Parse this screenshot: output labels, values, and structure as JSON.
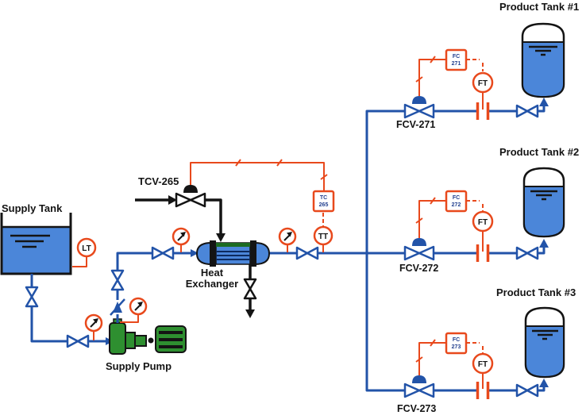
{
  "labels": {
    "supply_tank": "Supply Tank",
    "supply_pump": "Supply Pump",
    "heat_exchanger_1": "Heat",
    "heat_exchanger_2": "Exchanger",
    "tcv": "TCV-265"
  },
  "instruments": {
    "lt": "LT",
    "tt": "TT",
    "tc_top": "TC",
    "tc_bottom": "265"
  },
  "branches": [
    {
      "fcv": "FCV-271",
      "fc_top": "FC",
      "fc_bottom": "271",
      "ft": "FT",
      "tank": "Product Tank #1"
    },
    {
      "fcv": "FCV-272",
      "fc_top": "FC",
      "fc_bottom": "272",
      "ft": "FT",
      "tank": "Product Tank #2"
    },
    {
      "fcv": "FCV-273",
      "fc_top": "FC",
      "fc_bottom": "273",
      "ft": "FT",
      "tank": "Product Tank #3"
    }
  ],
  "colors": {
    "process_line": "#2253a8",
    "signal_line": "#e8491c",
    "utility_line": "#141414",
    "tank_fill": "#4b86d9",
    "pump_green": "#2e8f30",
    "exchanger_green": "#1c6b22"
  }
}
